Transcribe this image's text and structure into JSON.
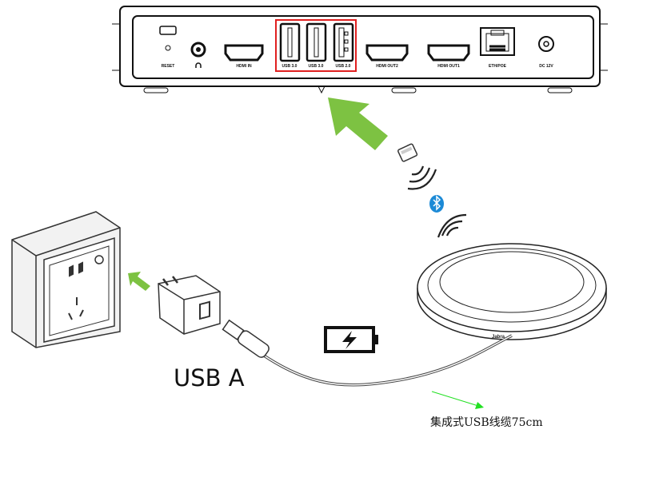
{
  "device": {
    "ports": [
      "RESET",
      "HDMI IN",
      "USB 3.0",
      "USB 3.0",
      "USB 2.0",
      "HDMI OUT2",
      "HDMI OUT1",
      "ETH/POE",
      "DC 12V"
    ]
  },
  "speaker": {
    "brand": "Jabra"
  },
  "labels": {
    "usb_a": "USB A",
    "cable": "集成式USB线缆75cm"
  },
  "colors": {
    "arrow": "#7dc242",
    "highlight": "#e02020",
    "bluetooth": "#1c8ad6",
    "pointer": "#22e022"
  }
}
